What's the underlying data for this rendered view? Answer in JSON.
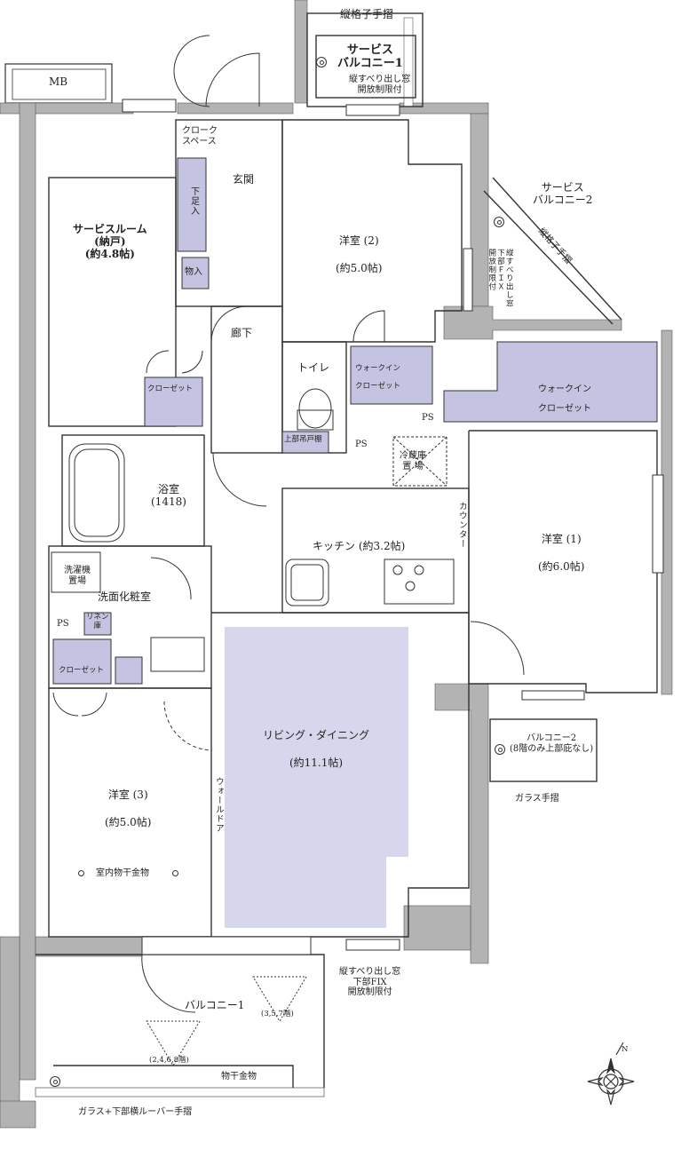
{
  "labels": {
    "mb": "MB",
    "tategoshi_top": "縦格子手摺",
    "service_balcony1": "サービス\nバルコニー1",
    "tatesuberi_top": "縦すべり出し窓\n開放制限付",
    "cloak_space": "クローク\nスペース",
    "genkan": "玄関",
    "shoes": "下足入",
    "storage": "物入",
    "service_room": "サービスルーム\n(納戸)\n(約4.8帖)",
    "closet1": "クローゼット",
    "youshitsu2": "洋室 (2)\n(約5.0帖)",
    "service_balcony2": "サービス\nバルコニー2",
    "tategoshi_right": "縦格子手摺",
    "window_right": "縦すべり出し窓\n下部ＦＩＸ\n開放制限付",
    "rouka": "廊下",
    "toilet": "トイレ",
    "toilet_shelf": "上部吊戸棚",
    "wic_small": "ウォークイン\nクローゼット",
    "wic_large": "ウォークイン\nクローゼット",
    "ps1": "PS",
    "ps2": "PS",
    "ps3": "PS",
    "fridge": "冷蔵庫\n置 場",
    "counter": "カウンター",
    "bath": "浴室\n(1418)",
    "kitchen": "キッチン (約3.2帖)",
    "youshitsu1": "洋室 (1)\n(約6.0帖)",
    "washer": "洗濯機\n置場",
    "senmen": "洗面化粧室",
    "linen": "リネン\n庫",
    "closet2": "クローゼット",
    "living": "リビング・ダイニング\n(約11.1帖)",
    "balcony2": "バルコニー2\n(8階のみ上部庇なし)",
    "glass_rail": "ガラス手摺",
    "youshitsu3": "洋室 (3)\n(約5.0帖)",
    "wall_door": "ウォールドア",
    "indoor_dryer": "室内物干金物",
    "window_bottom": "縦すべり出し窓\n下部FIX\n開放制限付",
    "balcony1": "バルコニー1",
    "floors_357": "(3,5,7階)",
    "floors_2468": "(2,4,6,8階)",
    "monohoshi": "物干金物",
    "bottom_rail": "ガラス+下部横ルーバー手摺",
    "compass_n": "N"
  },
  "colors": {
    "wall": "#b0b0b0",
    "closet": "#c4c4e2",
    "living_fill": "#d6d7ec",
    "line": "#333333"
  }
}
